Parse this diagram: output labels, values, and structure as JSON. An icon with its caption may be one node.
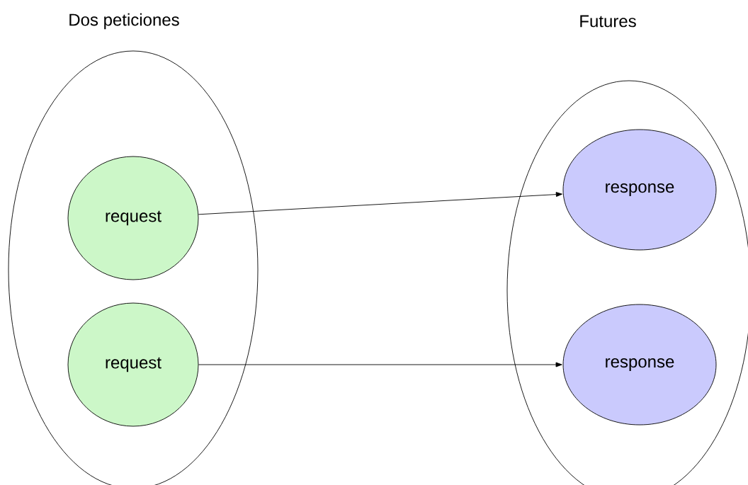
{
  "diagram": {
    "nodes": [
      {
        "text": [
          "Dos peticiones"
        ]
      },
      {
        "text": [
          "request"
        ],
        "in": 0
      },
      {
        "text": [
          "request"
        ],
        "in": 0
      },
      {
        "text": [
          "Futures"
        ]
      },
      {
        "text": [
          "response"
        ],
        "in": 3
      },
      {
        "text": [
          "response"
        ],
        "in": 3
      }
    ],
    "edges": [
      {
        "from": 1,
        "to": 4,
        "arrow": "to"
      },
      {
        "from": 2,
        "to": 5,
        "arrow": "to"
      }
    ]
  }
}
